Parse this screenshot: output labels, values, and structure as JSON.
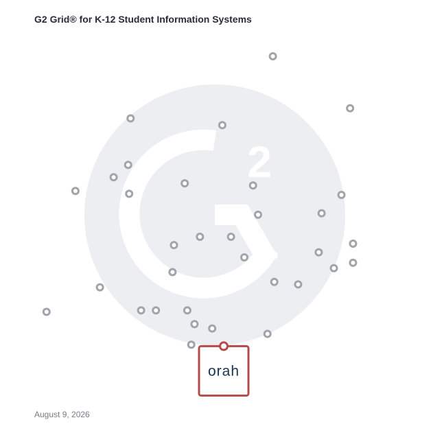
{
  "header": {
    "title": "G2 Grid® for K-12 Student Information Systems"
  },
  "footer": {
    "date": "August 9, 2026"
  },
  "colors": {
    "title_text": "#2b2b3b",
    "date_text": "#7a7a86",
    "dot_stroke": "#a2a4ab",
    "watermark": "#edeef1",
    "highlight_border": "#b54a4a",
    "highlight_text": "#1a3352",
    "gradient_top_left": "#4e4aa0",
    "gradient_top_right": "#ef5a2a",
    "gradient_bottom_left": "#2a9fd6",
    "gradient_bottom_right": "#8a3fa0"
  },
  "watermark": {
    "icon": "g2-logo-icon"
  },
  "highlight": {
    "label": "orah"
  },
  "chart_data": {
    "type": "scatter",
    "title": "G2 Grid® for K-12 Student Information Systems",
    "xlabel": "",
    "ylabel": "",
    "xlim": [
      0,
      100
    ],
    "ylim": [
      0,
      100
    ],
    "grid": "quadrants",
    "quadrant_dividers": {
      "x": 50,
      "y": 50
    },
    "points": [
      {
        "x": 65.7,
        "y": 94.3
      },
      {
        "x": 87.1,
        "y": 79.9
      },
      {
        "x": 26.3,
        "y": 77.1
      },
      {
        "x": 51.7,
        "y": 75.2
      },
      {
        "x": 25.6,
        "y": 64.2
      },
      {
        "x": 21.6,
        "y": 60.8
      },
      {
        "x": 11.0,
        "y": 57.0
      },
      {
        "x": 25.9,
        "y": 56.2
      },
      {
        "x": 41.3,
        "y": 59.1
      },
      {
        "x": 60.2,
        "y": 58.5
      },
      {
        "x": 84.7,
        "y": 55.9
      },
      {
        "x": 61.6,
        "y": 50.4
      },
      {
        "x": 79.2,
        "y": 50.8
      },
      {
        "x": 45.5,
        "y": 44.3
      },
      {
        "x": 54.1,
        "y": 44.3
      },
      {
        "x": 38.3,
        "y": 42.0
      },
      {
        "x": 57.8,
        "y": 38.6
      },
      {
        "x": 78.4,
        "y": 40.0
      },
      {
        "x": 87.9,
        "y": 42.4
      },
      {
        "x": 82.6,
        "y": 35.6
      },
      {
        "x": 87.9,
        "y": 37.1
      },
      {
        "x": 37.9,
        "y": 34.5
      },
      {
        "x": 66.1,
        "y": 31.8
      },
      {
        "x": 72.7,
        "y": 31.1
      },
      {
        "x": 17.8,
        "y": 30.3
      },
      {
        "x": 3.0,
        "y": 23.5
      },
      {
        "x": 29.2,
        "y": 23.9
      },
      {
        "x": 33.3,
        "y": 23.9
      },
      {
        "x": 42.0,
        "y": 23.9
      },
      {
        "x": 44.0,
        "y": 20.1
      },
      {
        "x": 48.9,
        "y": 18.9
      },
      {
        "x": 64.2,
        "y": 17.4
      },
      {
        "x": 43.1,
        "y": 14.4
      },
      {
        "x": 52.1,
        "y": 14.0,
        "highlight": true
      }
    ]
  }
}
